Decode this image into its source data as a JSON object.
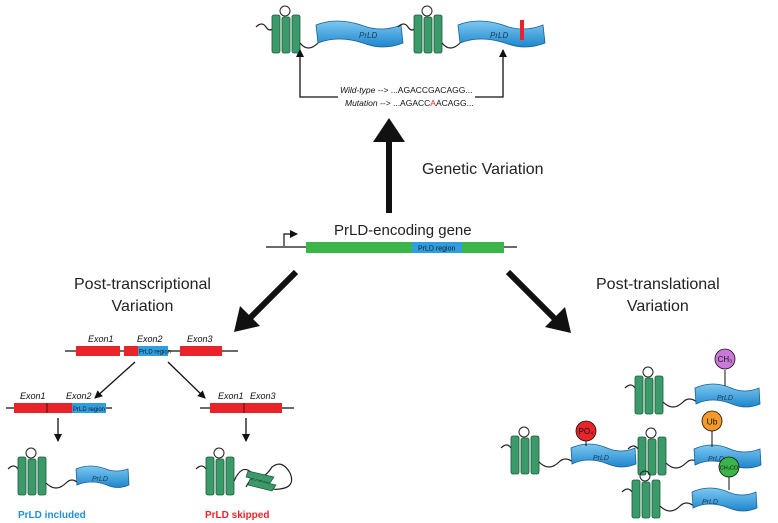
{
  "labels": {
    "genetic_variation": "Genetic Variation",
    "post_transcriptional_line1": "Post-transcriptional",
    "post_transcriptional_line2": "Variation",
    "post_translational_line1": "Post-translational",
    "post_translational_line2": "Variation",
    "gene_title": "PrLD-encoding gene",
    "prld_region": "PrLD region",
    "prld_box": "PrLD"
  },
  "sequence": {
    "wildtype_label": "Wild-type -->",
    "wildtype_seq": "...AGACCGACAGG...",
    "mutation_label": "Mutation -->",
    "mutation_seq_prefix": "...AGACC",
    "mutation_seq_base": "A",
    "mutation_seq_suffix": "ACAGG..."
  },
  "exons": {
    "exon1": "Exon1",
    "exon2": "Exon2",
    "exon3": "Exon3"
  },
  "captions": {
    "included": "PrLD included",
    "skipped": "PrLD skipped"
  },
  "modifications": {
    "methyl": "CH₃",
    "phospho": "PO₄",
    "ubiquitin": "Ub",
    "acetyl": "CH₃CO"
  },
  "colors": {
    "helix": "#3a9a6a",
    "prld": "#2e9ee0",
    "gene": "#3bb54a",
    "exon": "#e8242a",
    "mutation": "#e8242a",
    "methyl": "#c97ad8",
    "phospho": "#e8242a",
    "ubiquitin": "#f39a2a",
    "acetyl": "#3bb54a"
  }
}
